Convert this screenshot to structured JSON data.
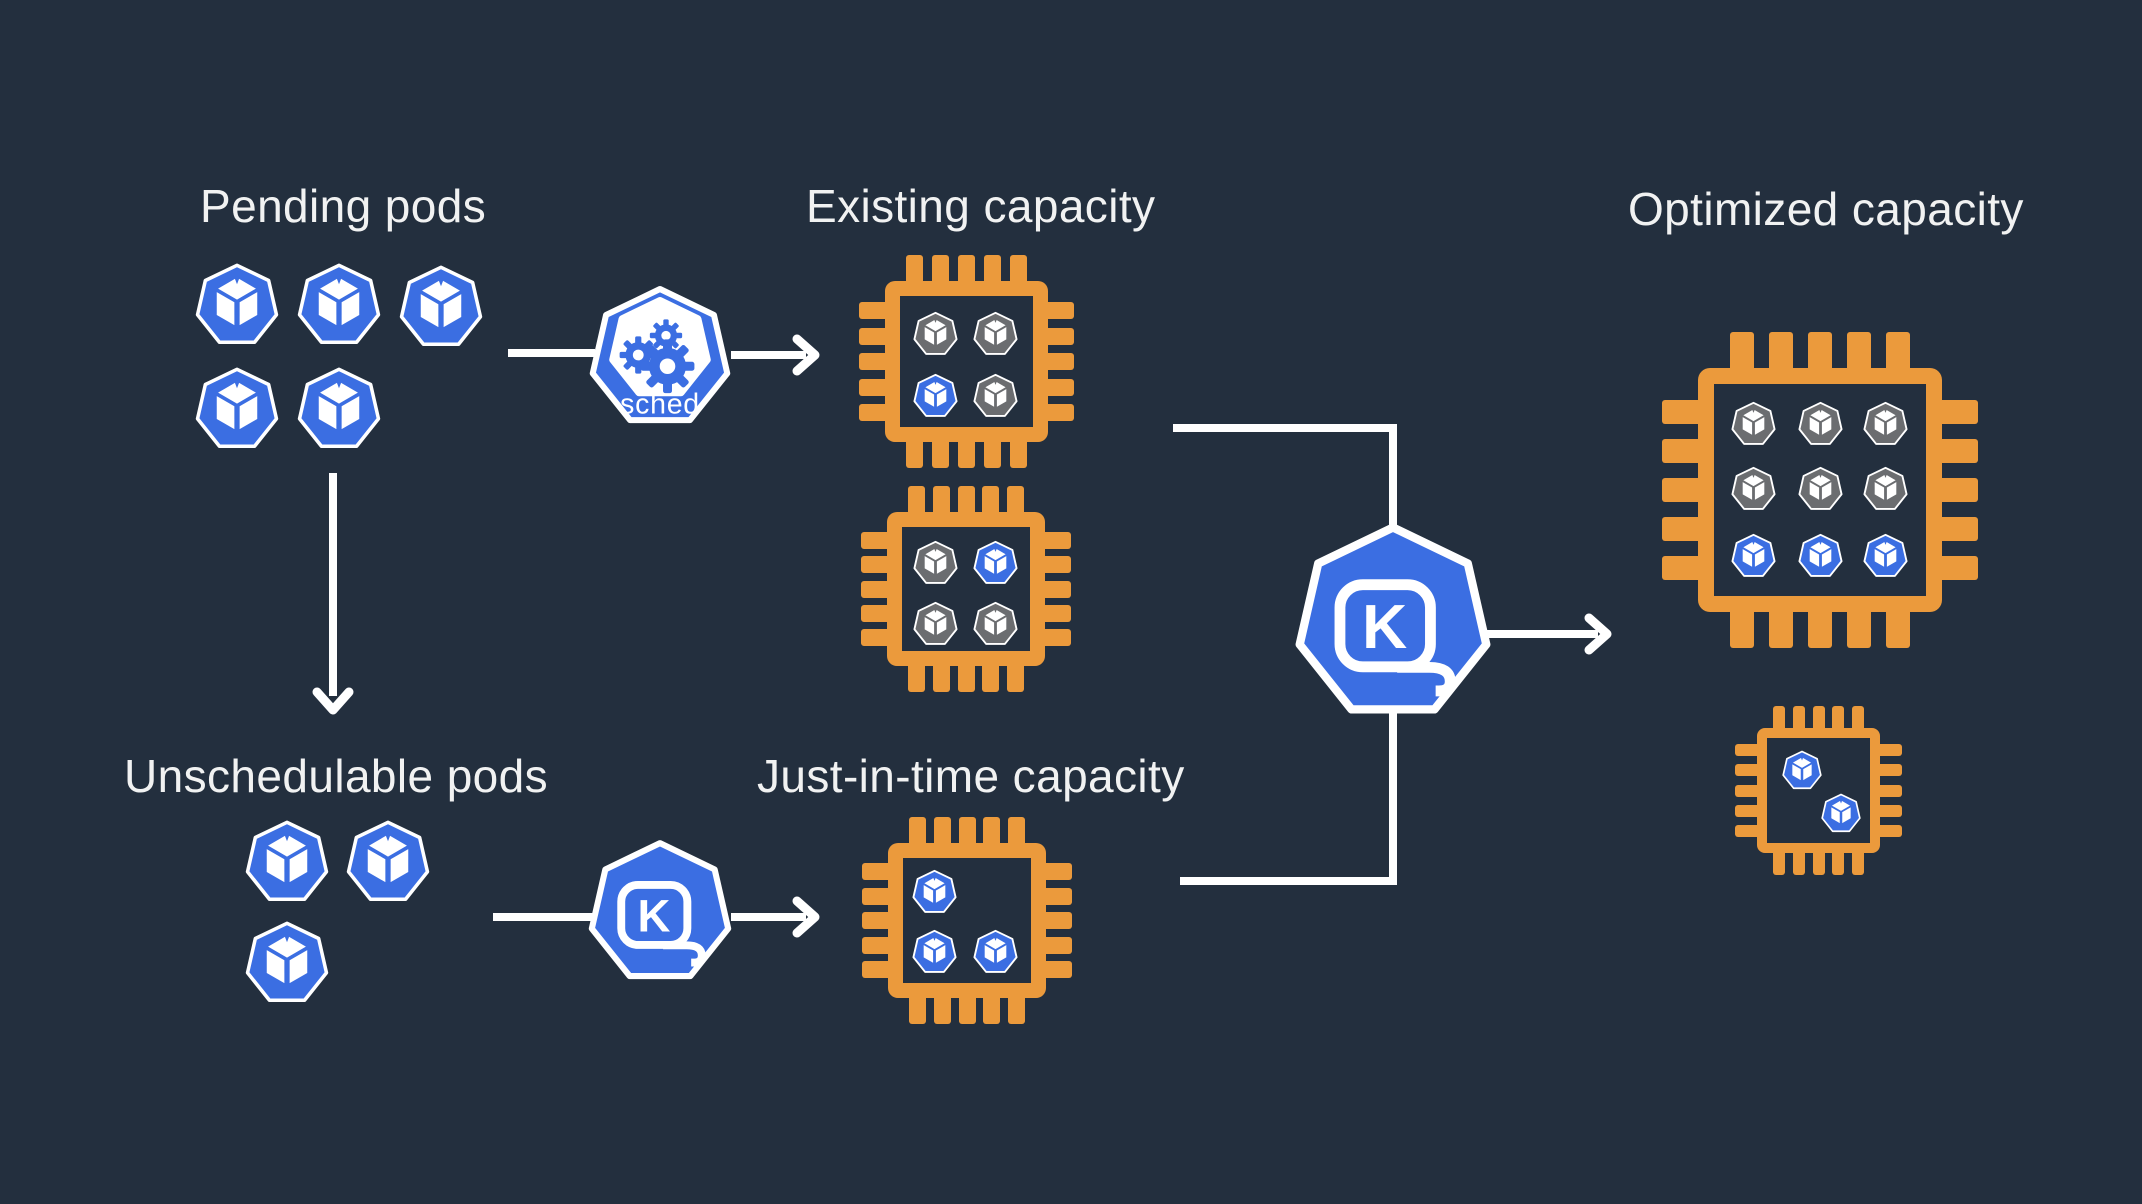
{
  "colors": {
    "background": "#232F3E",
    "chip_orange": "#EB9A3C",
    "pod_blue": "#3B6EE2",
    "pod_gray": "#6B6D70",
    "line_white": "#FFFFFF",
    "text_light": "#F1F2F2"
  },
  "labels": {
    "pending_pods": "Pending pods",
    "existing_capacity": "Existing capacity",
    "optimized_capacity": "Optimized capacity",
    "unschedulable_pods": "Unschedulable pods",
    "jit_capacity": "Just-in-time capacity"
  },
  "icons": {
    "scheduler": {
      "label": "sched"
    },
    "karpenter": {
      "letter": "K"
    }
  },
  "pod_groups": {
    "pending": {
      "count": 5,
      "color": "blue"
    },
    "unschedulable": {
      "count": 3,
      "color": "blue"
    }
  },
  "chips": {
    "existing_top": {
      "pods": [
        "gray",
        "gray",
        "blue",
        "gray"
      ]
    },
    "existing_bottom": {
      "pods": [
        "gray",
        "blue",
        "gray",
        "gray"
      ]
    },
    "jit": {
      "pods": [
        "blue",
        null,
        "blue",
        "blue"
      ]
    },
    "optimized_large": {
      "pods": [
        "gray",
        "gray",
        "gray",
        "gray",
        "gray",
        "gray",
        "blue",
        "blue",
        "blue"
      ]
    },
    "optimized_small": {
      "pods": [
        "blue",
        "blue"
      ]
    }
  }
}
